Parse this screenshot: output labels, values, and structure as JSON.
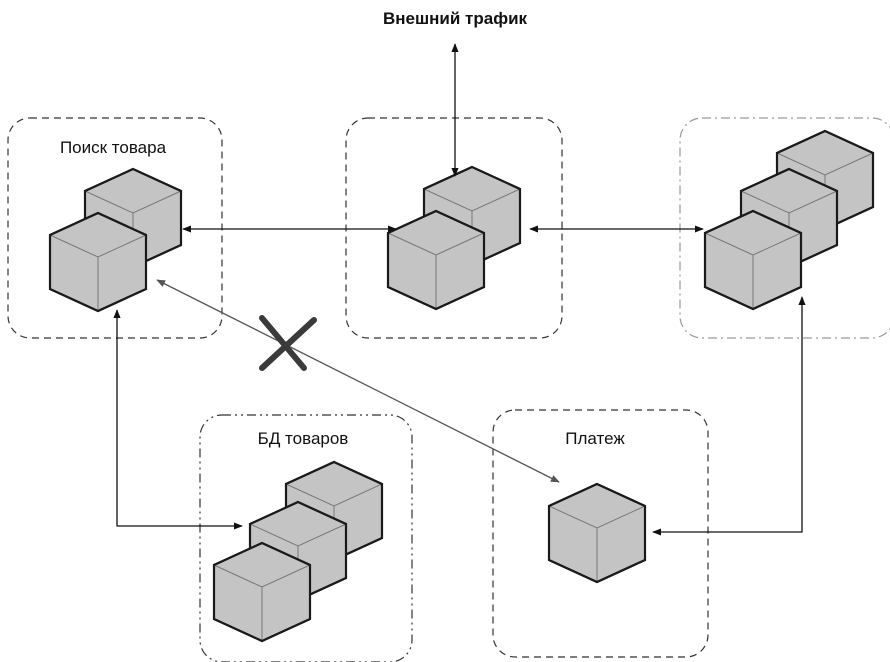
{
  "diagram": {
    "external_traffic_label": "Внешний трафик",
    "groups": {
      "product_search": {
        "label": "Поиск товара",
        "cube_count": 2
      },
      "gateway": {
        "label": "",
        "cube_count": 2
      },
      "right_cluster": {
        "label": "",
        "cube_count": 3
      },
      "product_db": {
        "label": "БД товаров",
        "cube_count": 3
      },
      "payment": {
        "label": "Платеж",
        "cube_count": 1
      }
    },
    "connections": [
      {
        "from": "external_traffic",
        "to": "gateway",
        "direction": "both"
      },
      {
        "from": "product_search",
        "to": "gateway",
        "direction": "both"
      },
      {
        "from": "gateway",
        "to": "right_cluster",
        "direction": "both"
      },
      {
        "from": "product_search",
        "to": "product_db",
        "direction": "both"
      },
      {
        "from": "product_search",
        "to": "payment",
        "direction": "both",
        "blocked": true
      },
      {
        "from": "right_cluster",
        "to": "payment",
        "direction": "both"
      }
    ],
    "colors": {
      "cube_fill": "#c4c4c4",
      "cube_stroke": "#1a1a1a",
      "box_stroke": "#333333",
      "box_stroke_light": "#9a9a9a",
      "blocked_line": "#666666",
      "cross": "#3a3a3a"
    }
  }
}
